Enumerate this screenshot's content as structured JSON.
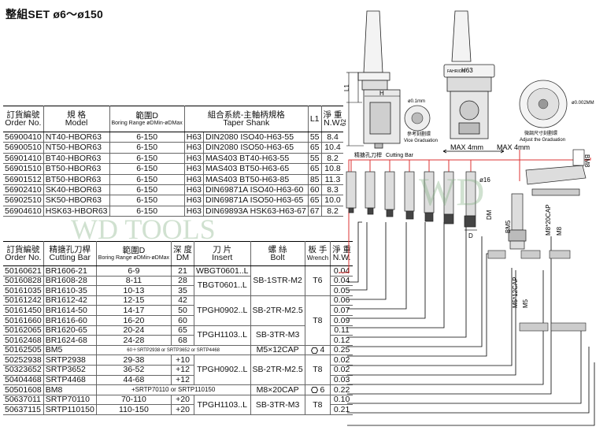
{
  "title": "整組SET  ø6～ø150",
  "table1": {
    "headers": [
      {
        "zh": "訂貨編號",
        "en": "Order No."
      },
      {
        "zh": "規 格",
        "en": "Model"
      },
      {
        "zh": "範圍D",
        "sub": "Boring Range øDMin-øDMax"
      },
      {
        "zh": "組合系統-主軸柄規格",
        "en": "Taper Shank"
      },
      {
        "zh": "",
        "en": "L1"
      },
      {
        "zh": "淨 重",
        "en": "N.W."
      }
    ],
    "rows": [
      [
        "56900410",
        "NT40-HBOR63",
        "6-150",
        "H63",
        "DIN2080 ISO40-H63-55",
        "55",
        "8.4"
      ],
      [
        "56900510",
        "NT50-HBOR63",
        "6-150",
        "H63",
        "DIN2080 ISO50-H63-65",
        "65",
        "10.4"
      ],
      [
        "56901410",
        "BT40-HBOR63",
        "6-150",
        "H63",
        "MAS403 BT40-H63-55",
        "55",
        "8.2"
      ],
      [
        "56901510",
        "BT50-HBOR63",
        "6-150",
        "H63",
        "MAS403 BT50-H63-65",
        "65",
        "10.8"
      ],
      [
        "56901512",
        "BT50-HBOR63",
        "6-150",
        "H63",
        "MAS403 BT50-H63-85",
        "85",
        "11.3"
      ],
      [
        "56902410",
        "SK40-HBOR63",
        "6-150",
        "H63",
        "DIN69871A ISO40-H63-60",
        "60",
        "8.3"
      ],
      [
        "56902510",
        "SK50-HBOR63",
        "6-150",
        "H63",
        "DIN69871A ISO50-H63-65",
        "65",
        "10.0"
      ],
      [
        "56904610",
        "HSK63-HBOR63",
        "6-150",
        "H63",
        "DIN69893A HSK63-H63-67",
        "67",
        "8.2"
      ]
    ]
  },
  "table2": {
    "headers": [
      {
        "zh": "訂貨編號",
        "en": "Order No."
      },
      {
        "zh": "精搪孔刀桿",
        "en": "Cutting Bar"
      },
      {
        "zh": "範圍D",
        "sub": "Boring Range øDMin-øDMax"
      },
      {
        "zh": "深 度",
        "en": "DM"
      },
      {
        "zh": "刀 片",
        "en": "Insert"
      },
      {
        "zh": "螺 絲",
        "en": "Bolt"
      },
      {
        "zh": "板 手",
        "en": "Wrench"
      },
      {
        "zh": "淨 重",
        "en": "N.W."
      }
    ],
    "rows": [
      {
        "no": "50160621",
        "bar": "BR1606-21",
        "range": "6-9",
        "dm": "21",
        "nw": "0.04"
      },
      {
        "no": "50160828",
        "bar": "BR1608-28",
        "range": "8-11",
        "dm": "28",
        "nw": "0.04"
      },
      {
        "no": "50161035",
        "bar": "BR1610-35",
        "range": "10-13",
        "dm": "35",
        "nw": "0.05"
      },
      {
        "no": "50161242",
        "bar": "BR1612-42",
        "range": "12-15",
        "dm": "42",
        "nw": "0.06"
      },
      {
        "no": "50161450",
        "bar": "BR1614-50",
        "range": "14-17",
        "dm": "50",
        "nw": "0.07"
      },
      {
        "no": "50161660",
        "bar": "BR1616-60",
        "range": "16-20",
        "dm": "60",
        "nw": "0.09"
      },
      {
        "no": "50162065",
        "bar": "BR1620-65",
        "range": "20-24",
        "dm": "65",
        "nw": "0.11"
      },
      {
        "no": "50162468",
        "bar": "BR1624-68",
        "range": "24-28",
        "dm": "68",
        "nw": "0.12"
      },
      {
        "no": "50162505",
        "bar": "BM5",
        "range": "",
        "dm": "",
        "nw": "0.25"
      },
      {
        "no": "50252938",
        "bar": "SRTP2938",
        "range": "29-38",
        "dm": "+10",
        "nw": "0.02"
      },
      {
        "no": "50323652",
        "bar": "SRTP3652",
        "range": "36-52",
        "dm": "+12",
        "nw": "0.02"
      },
      {
        "no": "50404468",
        "bar": "SRTP4468",
        "range": "44-68",
        "dm": "+12",
        "nw": "0.03"
      },
      {
        "no": "50501608",
        "bar": "BM8",
        "range": "",
        "dm": "",
        "nw": "0.22"
      },
      {
        "no": "50637011",
        "bar": "SRTP70110",
        "range": "70-110",
        "dm": "+20",
        "nw": "0.10"
      },
      {
        "no": "50637115",
        "bar": "SRTP110150",
        "range": "110-150",
        "dm": "+20",
        "nw": "0.21"
      }
    ],
    "inserts": [
      "WBGT0601..L",
      "TBGT0601..L",
      "TPGH0902..L",
      "TPGH1103..L",
      "TPGH0902..L",
      "TPGH1103..L"
    ],
    "bolts": [
      "SB-1STR-M2",
      "SB-2TR-M2.5",
      "SB-3TR-M3",
      "M5×12CAP",
      "SB-2TR-M2.5",
      "M8×20CAP",
      "SB-3TR-M3"
    ],
    "wrenches": [
      "T6",
      "T8",
      "4",
      "T8",
      "6",
      "T8"
    ],
    "bm5_note": "60＋SRTP2938 or SRTP3652 or SRTP4468",
    "bm8_note": "+SRTP70110 or SRTP110150"
  },
  "drawing": {
    "h63": "H63",
    "l1": "L1",
    "g2": "62",
    "h": "H",
    "phi01": "ø0.1mm",
    "vice_zh": "參考刻劃環",
    "vice_en": "Vice Graduation",
    "adj_zh": "微調尺寸刻劃環",
    "adj_en": "Adjust the Graduation",
    "phi0002": "ø0.002MM",
    "max1": "MAX 4mm",
    "max2": "MAX 4mm",
    "cut_zh": "精搪孔刀桿",
    "cut_en": "Cutting Bar",
    "phi16": "ø16",
    "dm": "DM",
    "d": "D",
    "bm5": "BM5",
    "bm8": "BM8",
    "m8cap": "M8*20CAP",
    "m8": "M8",
    "m5cap": "M5*12CAP",
    "m5": "M5",
    "brand": "FAHRION"
  },
  "watermark": {
    "wd": "WD",
    "tools": "WD TOOLS"
  }
}
